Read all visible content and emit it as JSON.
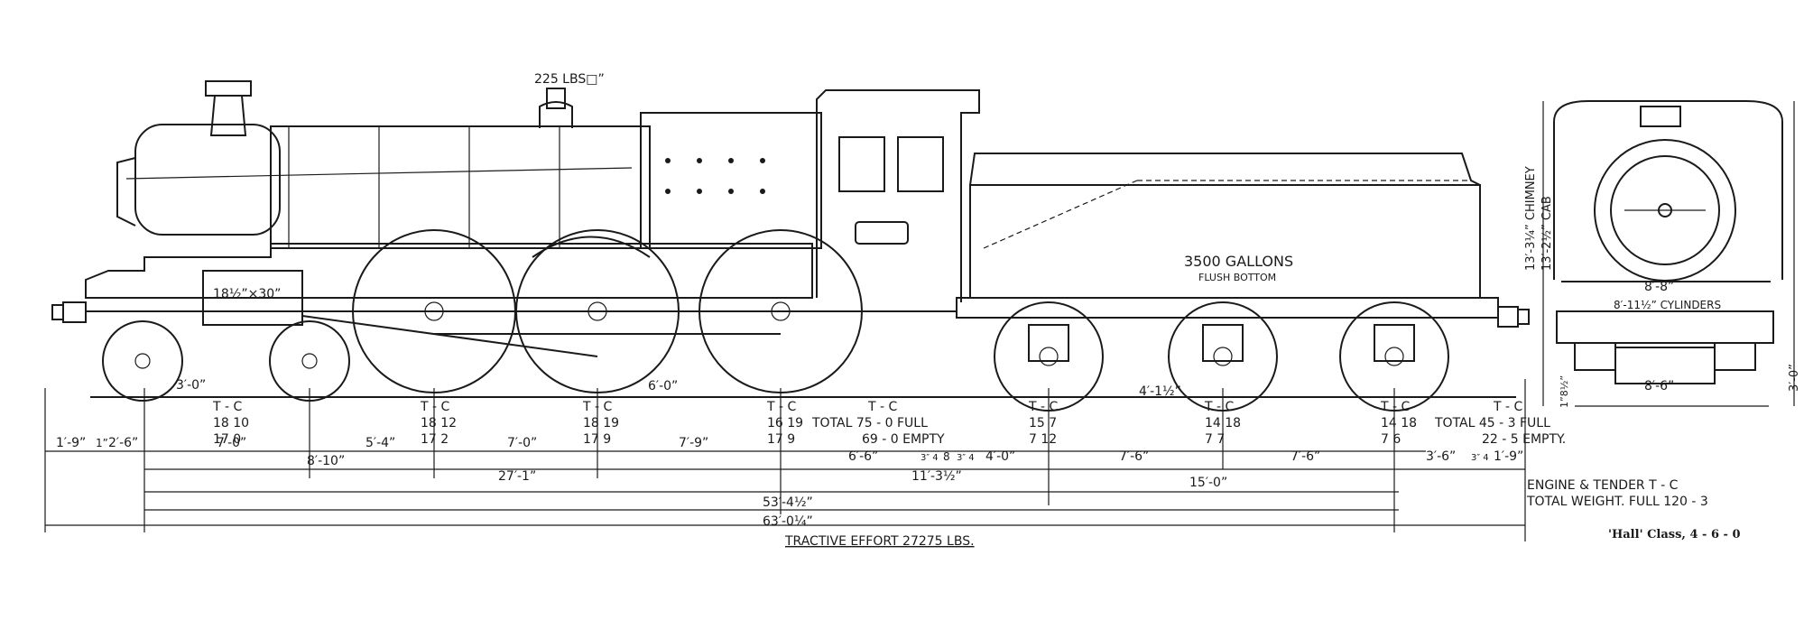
{
  "boiler": {
    "pressure": "225 LBS□”"
  },
  "cylinder": {
    "size": "18½”×30”"
  },
  "tank": {
    "capacity": "3500 GALLONS",
    "note": "FLUSH BOTTOM"
  },
  "front_view": {
    "chimney_height": "13′-3¼” CHIMNEY",
    "cab_height": "13′-2½” CAB",
    "width_top": "8′-8”",
    "cylinders_width": "8′-11½” CYLINDERS",
    "width_bottom": "8′-6”",
    "height_low": "1”8½”",
    "height_right": "3′-0”"
  },
  "wheel_dims": {
    "bogie_wheel": "3′-0”",
    "coupled_wheel": "6′-0”",
    "tender_wheel": "4′-1½”"
  },
  "axle_loads": [
    {
      "header": "T - C",
      "full": "18  10",
      "empty": "17   0"
    },
    {
      "header": "T - C",
      "full": "18  12",
      "empty": "17   2"
    },
    {
      "header": "T - C",
      "full": "18  19",
      "empty": "17   9"
    },
    {
      "header": "T - C",
      "full": "16  19",
      "empty": "17   9"
    },
    {
      "header": "T - C",
      "full": "15   7",
      "empty": "7  12"
    },
    {
      "header": "T - C",
      "full": "14  18",
      "empty": "7   7"
    },
    {
      "header": "T - C",
      "full": "14  18",
      "empty": "7   6"
    }
  ],
  "engine_weight": {
    "header": "T - C",
    "full": "TOTAL 75 - 0 FULL",
    "empty": "69 - 0 EMPTY"
  },
  "tender_weight": {
    "header": "T - C",
    "full": "TOTAL 45 - 3  FULL",
    "empty": "22 - 5  EMPTY."
  },
  "dimensions_row1": [
    "1′-9”",
    "1”",
    "2′-6”",
    "7′-0”",
    "5′-4”",
    "7′-0”",
    "7′-9”",
    "6′-6”",
    "3″ 4",
    "8",
    "3″ 4",
    "4′-0”",
    "7′-6”",
    "7′-6”",
    "3′-6”",
    "3″ 4",
    "1′-9”"
  ],
  "dimensions_row2": [
    "8′-10”",
    "27′-1”",
    "11′-3½”",
    "15′-0”"
  ],
  "dimensions_row3": [
    "53′-4½”",
    "63′-0¼”"
  ],
  "totals": {
    "line1": "ENGINE & TENDER      T - C",
    "line2": "TOTAL WEIGHT. FULL 120 - 3"
  },
  "tractive_effort": "TRACTIVE EFFORT 27275 LBS.",
  "caption": "'Hall' Class, 4 - 6 - 0"
}
